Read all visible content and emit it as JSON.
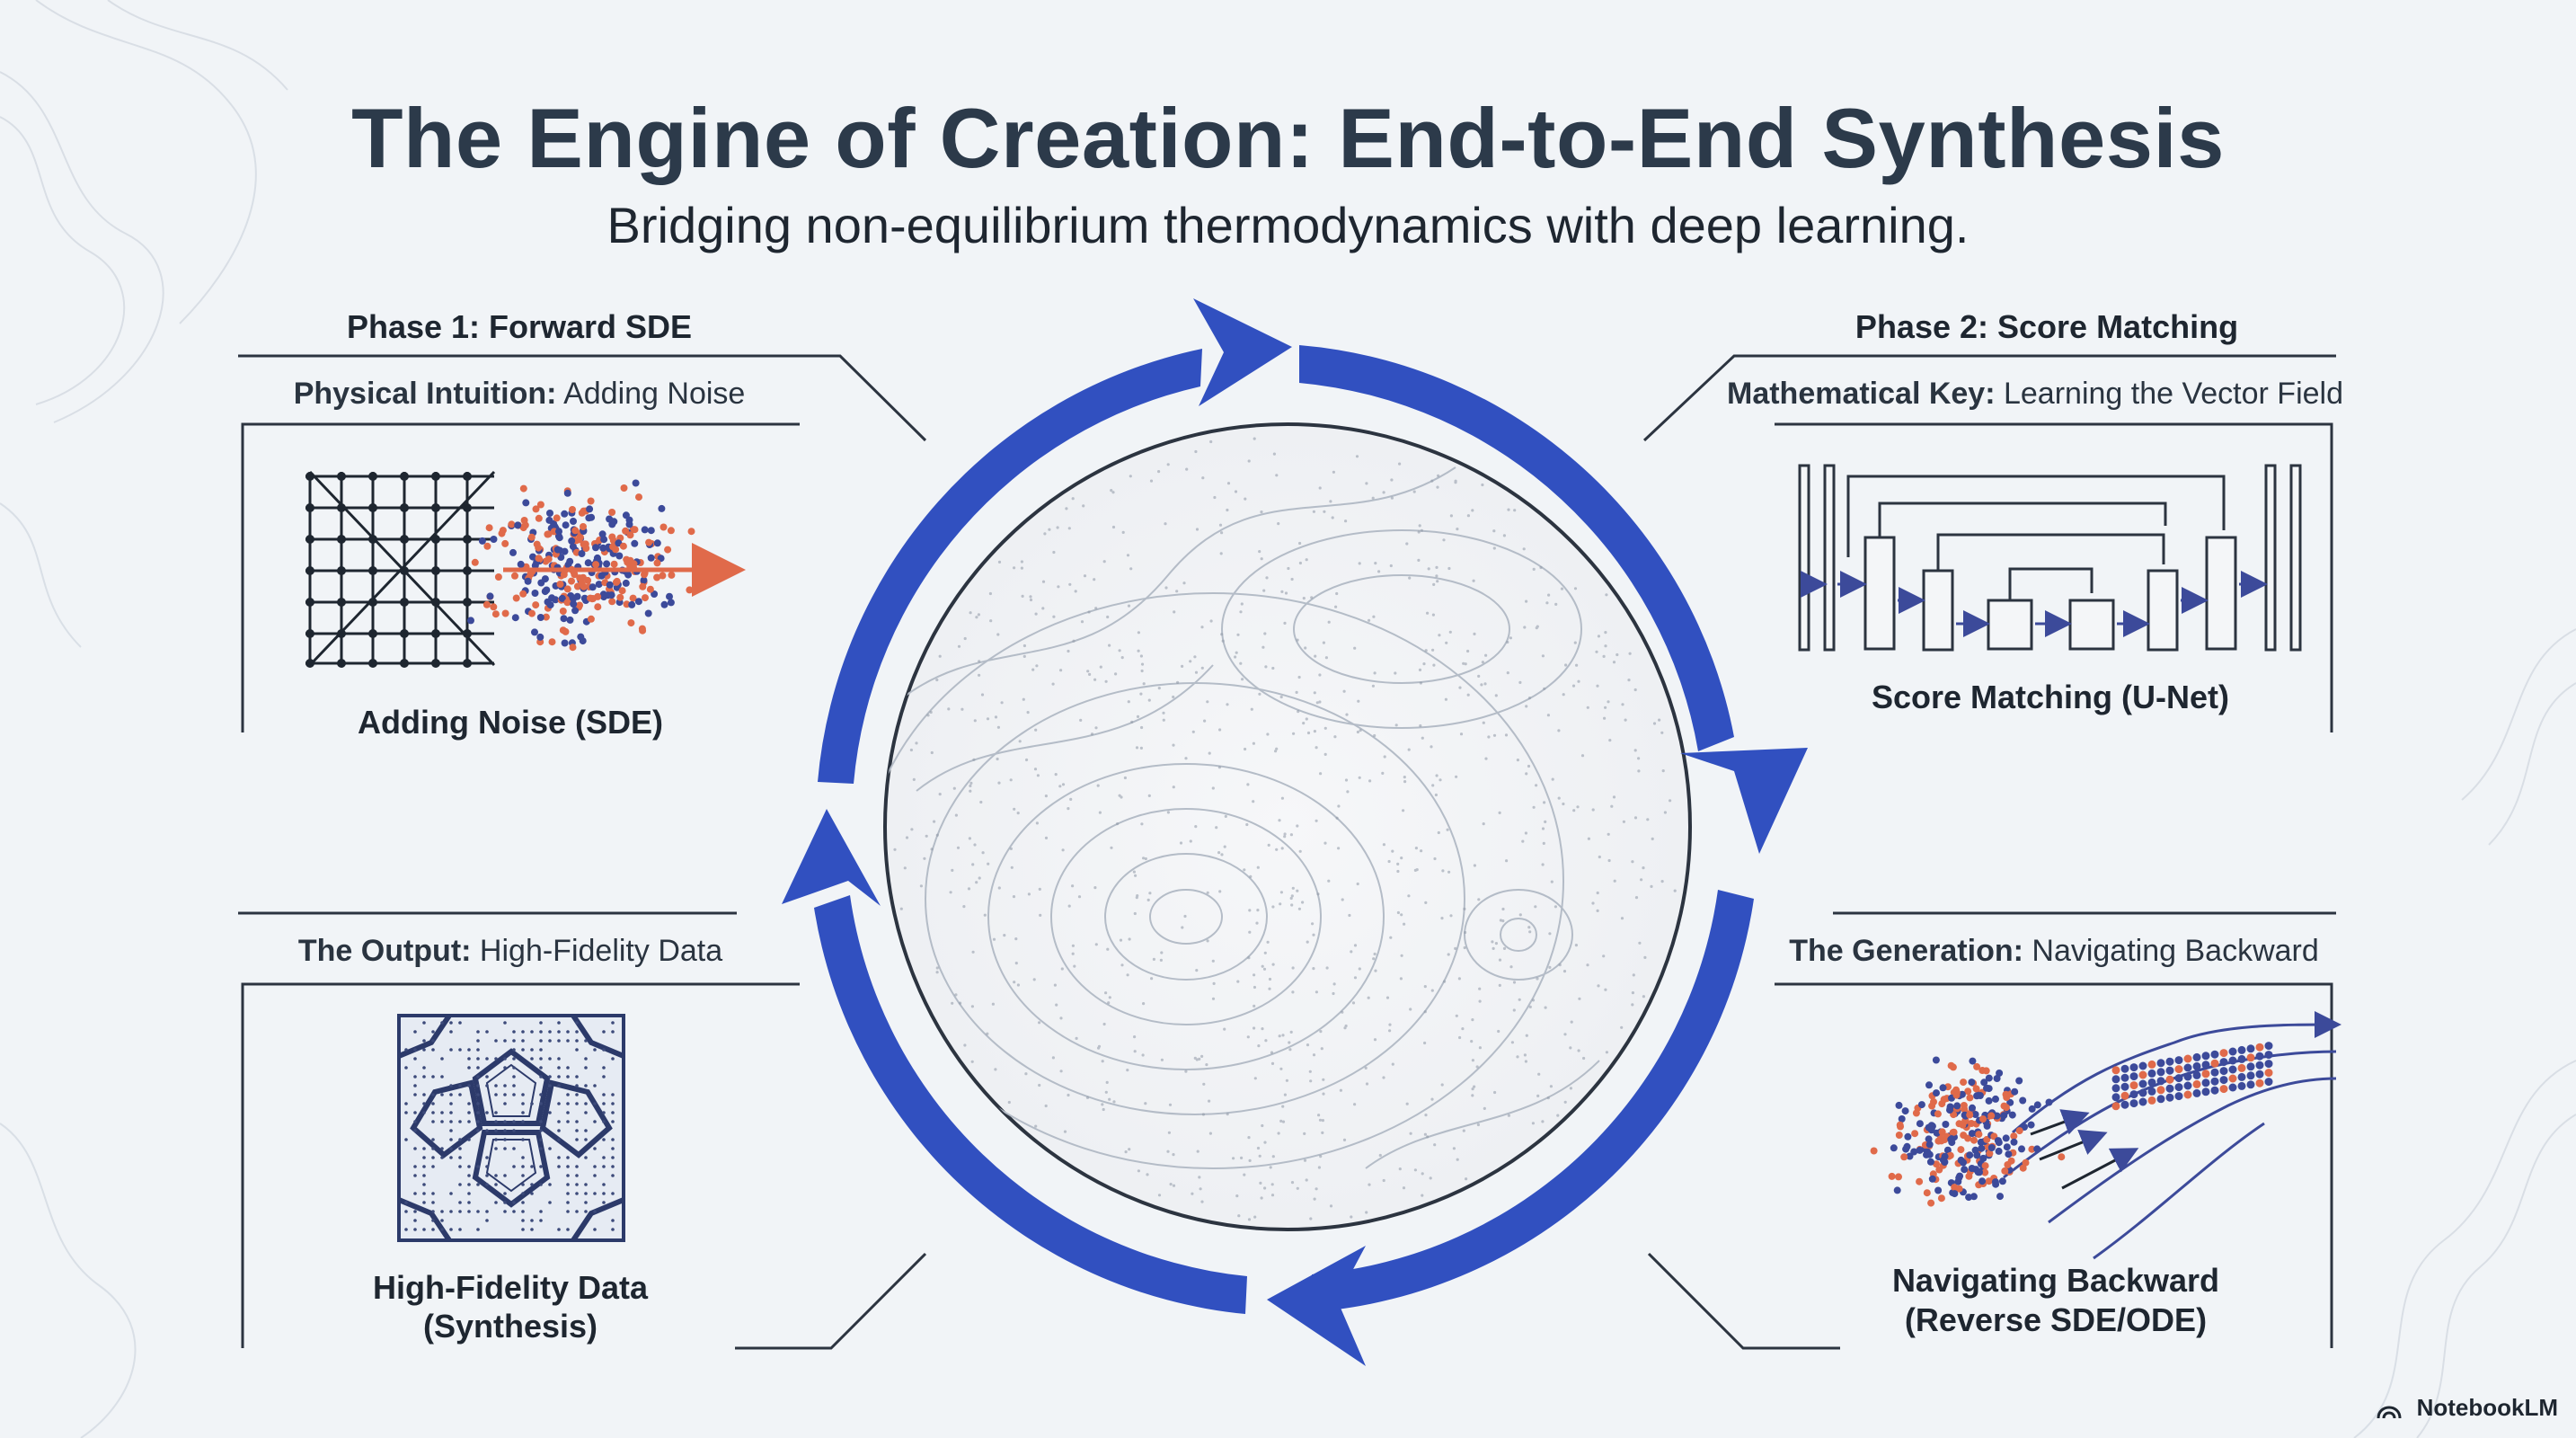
{
  "header": {
    "title": "The Engine of Creation: End-to-End Synthesis",
    "subtitle": "Bridging non-equilibrium thermodynamics with deep learning."
  },
  "quadrants": {
    "top_left": {
      "phase": "Phase 1: Forward SDE",
      "sub_bold": "Physical Intuition:",
      "sub_text": " Adding Noise",
      "caption": "Adding Noise (SDE)"
    },
    "top_right": {
      "phase": "Phase 2: Score Matching",
      "sub_bold": "Mathematical Key:",
      "sub_text": " Learning the Vector Field",
      "caption": "Score Matching (U-Net)"
    },
    "bottom_left": {
      "sub_bold": "The Output:",
      "sub_text": " High-Fidelity Data",
      "caption_line1": "High-Fidelity Data",
      "caption_line2": "(Synthesis)"
    },
    "bottom_right": {
      "sub_bold": "The Generation:",
      "sub_text": " Navigating Backward",
      "caption_line1": "Navigating Backward",
      "caption_line2": "(Reverse SDE/ODE)"
    }
  },
  "brand": {
    "label": "NotebookLM",
    "icon": "notebooklm-logo-icon"
  },
  "colors": {
    "arrow_blue": "#3150c0",
    "particle_blue": "#3c4a9a",
    "particle_orange": "#e06a4a",
    "line": "#2c3440"
  }
}
